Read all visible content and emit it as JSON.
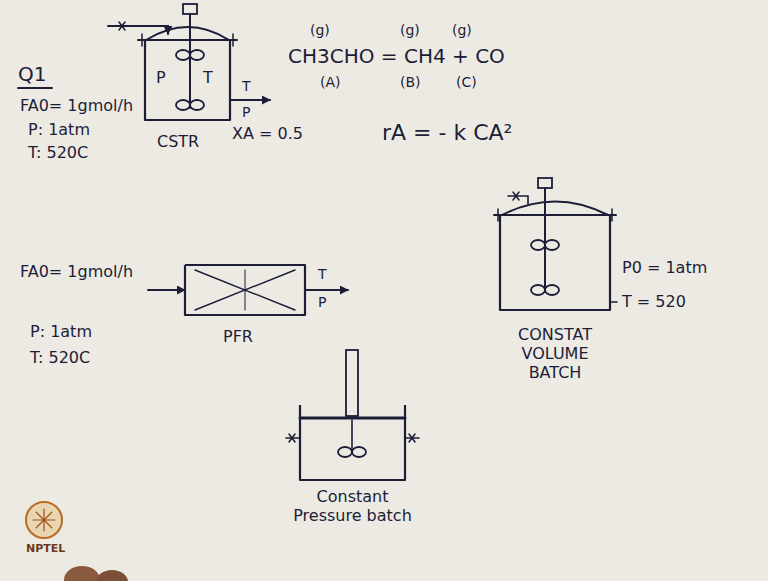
{
  "diagram": {
    "nodes": [
      {
        "text": [
          "P",
          "T",
          "CSTR"
        ]
      },
      {
        "text": [
          "PFR"
        ]
      },
      {
        "text": [
          "CONSTAT VOLUME BATCH"
        ]
      },
      {
        "text": [
          "Constant Pressure batch"
        ]
      }
    ],
    "labels": [
      "Q1",
      "FA0= 1gmol/h",
      "P: 1atm",
      "T: 520C",
      "T",
      "P",
      "XA = 0.5",
      "(g)",
      "(g)",
      "(g)",
      "CH3CHO = CH4 + CO",
      "(A)",
      "(B)",
      "(C)",
      "rA = - k CA²",
      "FA0= 1gmol/h",
      "P: 1atm",
      "T: 520C",
      "T",
      "P",
      "P0 = 1atm",
      "T = 520",
      "NPTEL"
    ]
  }
}
